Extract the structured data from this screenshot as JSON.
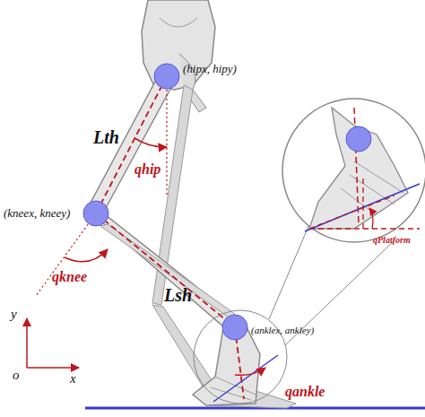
{
  "diagram": {
    "labels": [
      "(hipx, hipy)",
      "Lth",
      "qhip",
      "(kneex, kneey)",
      "qknee",
      "Lsh",
      "(anklex, ankley)",
      "qankle",
      "qPlatform",
      "y",
      "o",
      "x"
    ]
  }
}
